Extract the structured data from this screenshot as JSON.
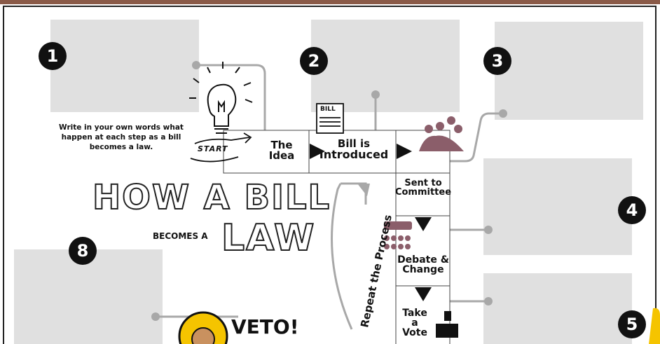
{
  "steps": {
    "n1": "1",
    "n2": "2",
    "n3": "3",
    "n4": "4",
    "n5": "5",
    "n8": "8"
  },
  "instructions": "Write in your own words what happen at each step as a bill becomes a law.",
  "title": {
    "line1": "HOW A BILL",
    "becomes": "BECOMES A",
    "law": "LAW"
  },
  "start_label": "START",
  "bill_label": "BILL",
  "path": {
    "idea": "The Idea",
    "introduced_1": "Bill is",
    "introduced_2": "Introduced",
    "committee_1": "Sent to",
    "committee_2": "Committee",
    "debate_1": "Debate &",
    "debate_2": "Change",
    "vote_1": "Take",
    "vote_2": "a",
    "vote_3": "Vote"
  },
  "repeat_label": "Repeat the Process",
  "veto_label": "VETO!",
  "colors": {
    "placeholder_box": "#e0e0e0",
    "connector": "#a8a8a8",
    "accent_yellow": "#f5c400",
    "figure_mauve": "#8b5e6a"
  }
}
